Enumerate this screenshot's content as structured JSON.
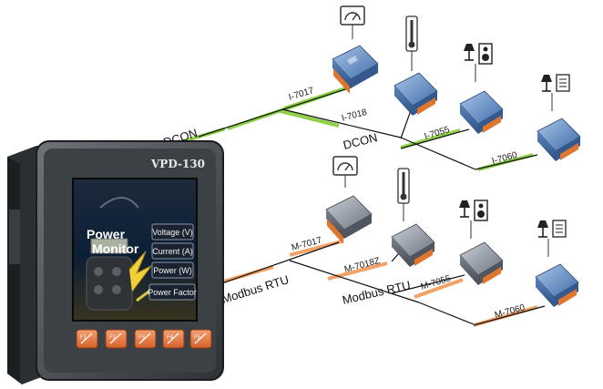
{
  "device": {
    "model": "VPD-130",
    "screen": {
      "title_line1": "Power",
      "title_line2": "Monitor",
      "buttons": [
        "Voltage (V)",
        "Current (A)",
        "Power (W)",
        "Power Factor"
      ]
    },
    "function_keys": [
      "F1",
      "F2",
      "F3",
      "F4",
      "F5"
    ]
  },
  "buses": {
    "dcon": {
      "label_left": "DCON",
      "label_mid": "DCON",
      "color": "#8fd04a"
    },
    "modbus": {
      "label_left": "Modbus RTU",
      "label_mid": "Modbus RTU",
      "color": "#f2a266"
    }
  },
  "modules": {
    "dcon": [
      {
        "label": "I-7017",
        "icon": "meter-icon"
      },
      {
        "label": "I-7018",
        "icon": "thermometer-icon"
      },
      {
        "label": "I-7055",
        "icon": "lamp-speaker-icon"
      },
      {
        "label": "I-7060",
        "icon": "lamp-panel-icon"
      }
    ],
    "modbus": [
      {
        "label": "M-7017",
        "icon": "meter-icon"
      },
      {
        "label": "M-7018Z",
        "icon": "thermometer-icon"
      },
      {
        "label": "M-7055",
        "icon": "lamp-speaker-icon"
      },
      {
        "label": "M-7060",
        "icon": "lamp-panel-icon"
      }
    ]
  }
}
